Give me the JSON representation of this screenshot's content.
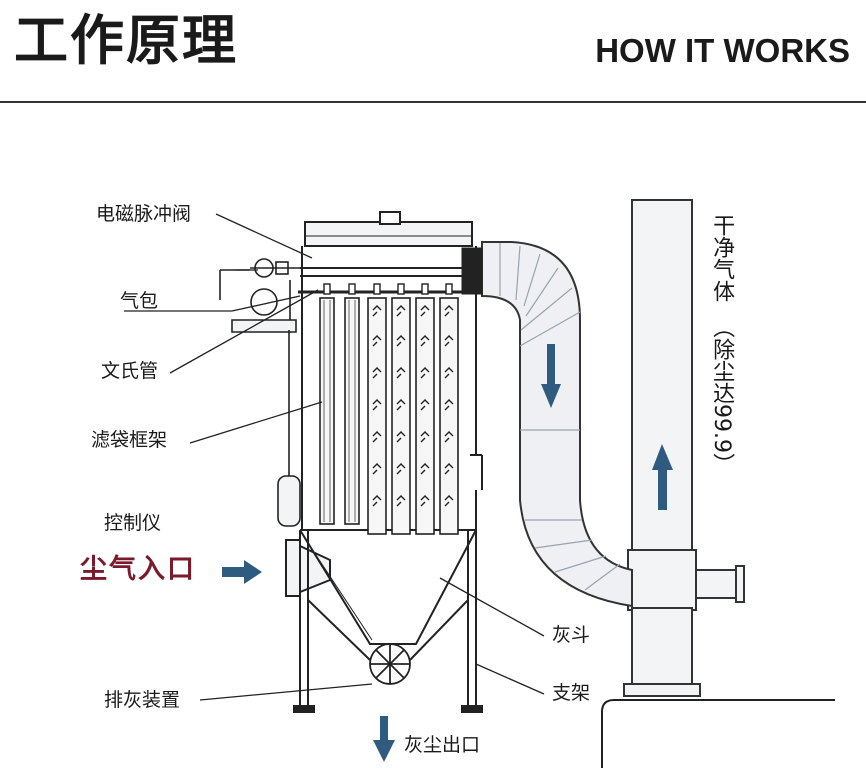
{
  "header": {
    "title_cn": "工作原理",
    "title_en": "HOW IT WORKS"
  },
  "labels": {
    "pulse_valve": "电磁脉冲阀",
    "air_bag": "气包",
    "venturi": "文氏管",
    "filter_frame": "滤袋框架",
    "controller": "控制仪",
    "dust_inlet": "尘气入口",
    "ash_hopper": "灰斗",
    "support": "支架",
    "ash_discharge": "排灰装置",
    "dust_outlet": "灰尘出口",
    "clean_gas": "干净气体",
    "dust_removal": "（除尘达99.9）"
  },
  "colors": {
    "arrow": "#2f5b80",
    "inlet_text": "#7a1a2a",
    "line": "#222222"
  }
}
